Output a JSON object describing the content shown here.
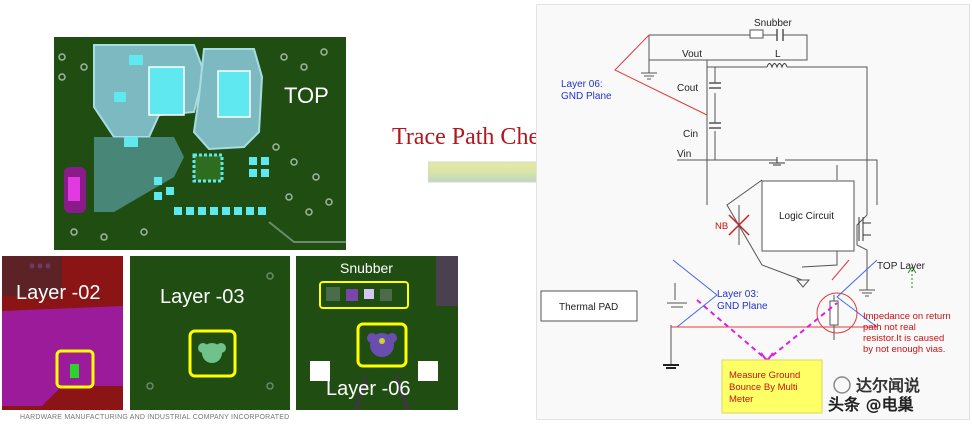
{
  "title": "Trace Path Checking….",
  "pcb": {
    "top_label": "TOP",
    "layer02_label": "Layer -02",
    "layer03_label": "Layer -03",
    "layer06_label": "Layer -06",
    "snubber_label": "Snubber"
  },
  "schematic": {
    "snubber": "Snubber",
    "vout": "Vout",
    "inductor": "L",
    "cout": "Cout",
    "cin": "Cin",
    "vin": "Vin",
    "logic_circuit": "Logic Circuit",
    "nb": "NB",
    "layer06": [
      "Layer 06:",
      "GND Plane"
    ],
    "layer03": [
      "Layer 03:",
      "GND Plane"
    ],
    "top_layer": "TOP Layer",
    "thermal_pad": "Thermal PAD",
    "impedance_note": [
      "Impedance on return",
      "path not real",
      "resistor.It is caused",
      "by not enough vias."
    ],
    "measure_note": [
      "Measure Ground",
      "Bounce By Multi",
      "Meter"
    ]
  },
  "footer": "HARDWARE MANUFACTURING AND INDUSTRIAL COMPANY INCORPORATED",
  "watermark": [
    "达尔闻说",
    "头条 @电巢"
  ],
  "colors": {
    "title": "#b0171f",
    "board": "#1f4d12",
    "copper": "#7cb9c0",
    "pad": "#5fe8f0",
    "highlight": "#ffff00",
    "pink": "#8b1b8a",
    "net_red": "#e03a3a",
    "net_blue": "#4466ee",
    "net_magenta": "#e01ee0",
    "note_fill": "#ffff66"
  }
}
